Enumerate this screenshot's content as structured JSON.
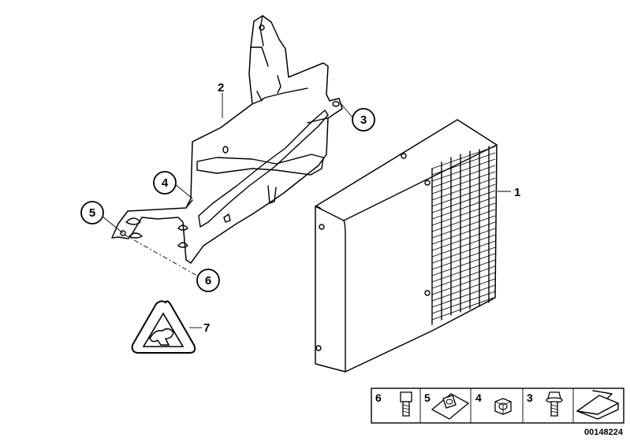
{
  "diagram": {
    "callouts": [
      {
        "id": "1",
        "label": "1"
      },
      {
        "id": "2",
        "label": "2"
      },
      {
        "id": "3",
        "label": "3"
      },
      {
        "id": "4",
        "label": "4"
      },
      {
        "id": "5",
        "label": "5"
      },
      {
        "id": "6",
        "label": "6"
      },
      {
        "id": "7",
        "label": "7"
      }
    ],
    "legend": [
      {
        "label": "6",
        "icon": "bolt-icon"
      },
      {
        "label": "5",
        "icon": "clip-nut-icon"
      },
      {
        "label": "4",
        "icon": "hex-nut-icon"
      },
      {
        "label": "3",
        "icon": "flange-bolt-icon"
      },
      {
        "label": "",
        "icon": "flat-part-icon"
      }
    ],
    "drawing_number": "00148224"
  }
}
